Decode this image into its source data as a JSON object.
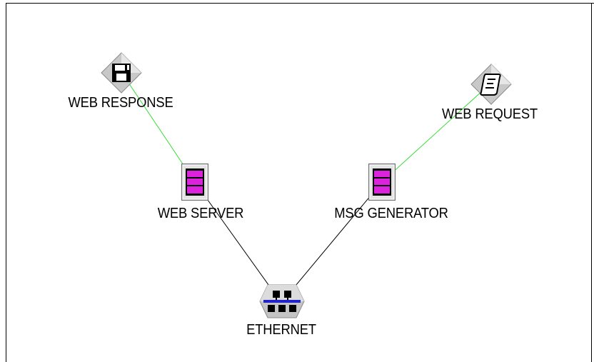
{
  "diagram": {
    "nodes": [
      {
        "id": "web_response",
        "label": "WEB RESPONSE",
        "icon": "floppy-disk-diamond-icon"
      },
      {
        "id": "web_request",
        "label": "WEB REQUEST",
        "icon": "script-diamond-icon"
      },
      {
        "id": "web_server",
        "label": "WEB SERVER",
        "icon": "server-stack-icon"
      },
      {
        "id": "msg_generator",
        "label": "MSG GENERATOR",
        "icon": "server-stack-icon"
      },
      {
        "id": "ethernet",
        "label": "ETHERNET",
        "icon": "network-hub-icon"
      }
    ],
    "links": [
      {
        "from": "web_response",
        "to": "web_server",
        "color": "#33dd33"
      },
      {
        "from": "web_request",
        "to": "msg_generator",
        "color": "#33dd33"
      },
      {
        "from": "web_server",
        "to": "ethernet",
        "color": "#000000"
      },
      {
        "from": "msg_generator",
        "to": "ethernet",
        "color": "#000000"
      }
    ]
  },
  "colors": {
    "server_fill": "#dd22dd",
    "link_green": "#33dd33",
    "link_black": "#000000",
    "ethernet_bus": "#2222cc"
  }
}
